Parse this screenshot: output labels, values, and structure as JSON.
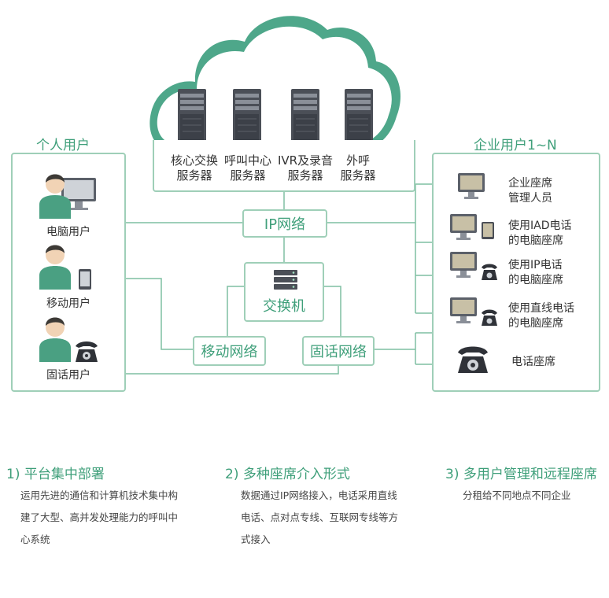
{
  "colors": {
    "accent": "#3f9f7a",
    "line": "#7fbfa2",
    "cloud_fill": "#4ea78a",
    "server": "#4b4f57",
    "user_shirt": "#4aa082"
  },
  "cloud": {
    "servers": [
      {
        "line1": "核心交换",
        "line2": "服务器",
        "icon": "server-rack-icon"
      },
      {
        "line1": "呼叫中心",
        "line2": "服务器",
        "icon": "server-rack-icon"
      },
      {
        "line1": "IVR及录音",
        "line2": "服务器",
        "icon": "server-rack-icon"
      },
      {
        "line1": "外呼",
        "line2": "服务器",
        "icon": "server-rack-icon"
      }
    ]
  },
  "center": {
    "ip_network": "IP网络",
    "switch": "交换机",
    "mobile_network": "移动网络",
    "fixed_network": "固话网络"
  },
  "personal": {
    "title": "个人用户",
    "users": [
      {
        "label": "电脑用户",
        "icon": "user-computer-icon"
      },
      {
        "label": "移动用户",
        "icon": "user-mobile-icon"
      },
      {
        "label": "固话用户",
        "icon": "user-telephone-icon"
      }
    ]
  },
  "enterprise": {
    "title": "企业用户1~N",
    "seats": [
      {
        "line1": "企业座席",
        "line2": "管理人员",
        "icon": "monitor-icon"
      },
      {
        "line1": "使用IAD电话",
        "line2": "的电脑座席",
        "icon": "monitor-tablet-icon"
      },
      {
        "line1": "使用IP电话",
        "line2": "的电脑座席",
        "icon": "monitor-phone-icon"
      },
      {
        "line1": "使用直线电话",
        "line2": "的电脑座席",
        "icon": "monitor-phone-icon"
      },
      {
        "line1": "电话座席",
        "line2": "",
        "icon": "telephone-icon"
      }
    ]
  },
  "features": [
    {
      "title": "1) 平台集中部署",
      "desc": [
        "运用先进的通信和计算机技术集中构",
        "建了大型、高并发处理能力的呼叫中",
        "心系统"
      ]
    },
    {
      "title": "2) 多种座席介入形式",
      "desc": [
        "数据通过IP网络接入，电话采用直线",
        "电话、点对点专线、互联网专线等方",
        "式接入"
      ]
    },
    {
      "title": "3) 多用户管理和远程座席",
      "desc": [
        "分租给不同地点不同企业"
      ]
    }
  ]
}
